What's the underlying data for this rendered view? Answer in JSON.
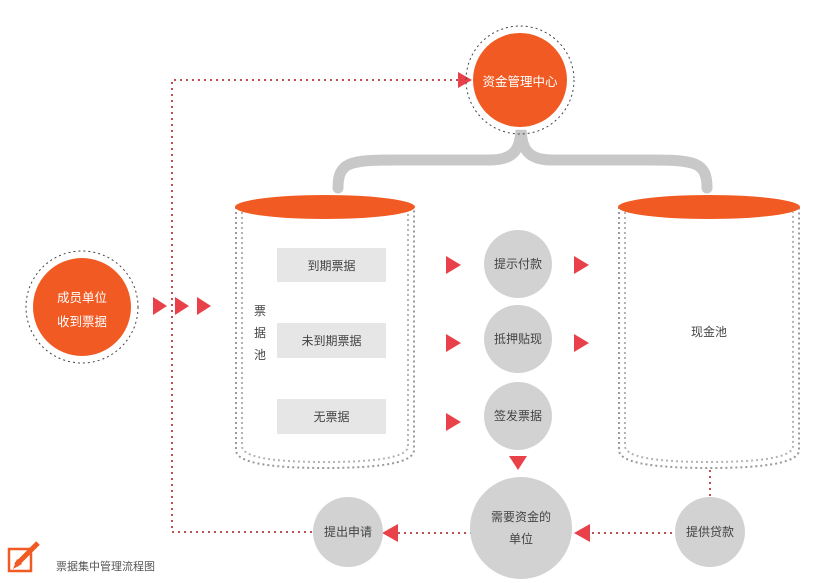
{
  "colors": {
    "accent": "#f15a22",
    "grey": "#d2d2d2",
    "box": "#e6e6e6",
    "arrow_red": "#e8414a",
    "dotted": "#c05050"
  },
  "fund_center": "资金管理中心",
  "member_unit": [
    "成员单位",
    "收到票据"
  ],
  "bill_pool": {
    "label_chars": [
      "票",
      "据",
      "池"
    ],
    "items": [
      "到期票据",
      "未到期票据",
      "无票据"
    ]
  },
  "actions": [
    "提示付款",
    "抵押贴现",
    "签发票据"
  ],
  "cash_pool": "现金池",
  "need_unit": [
    "需要资金的",
    "单位"
  ],
  "loan": "提供贷款",
  "apply": "提出申请",
  "caption": {
    "text": "票据集中管理流程图",
    "icon": "edit-pencil-icon"
  }
}
